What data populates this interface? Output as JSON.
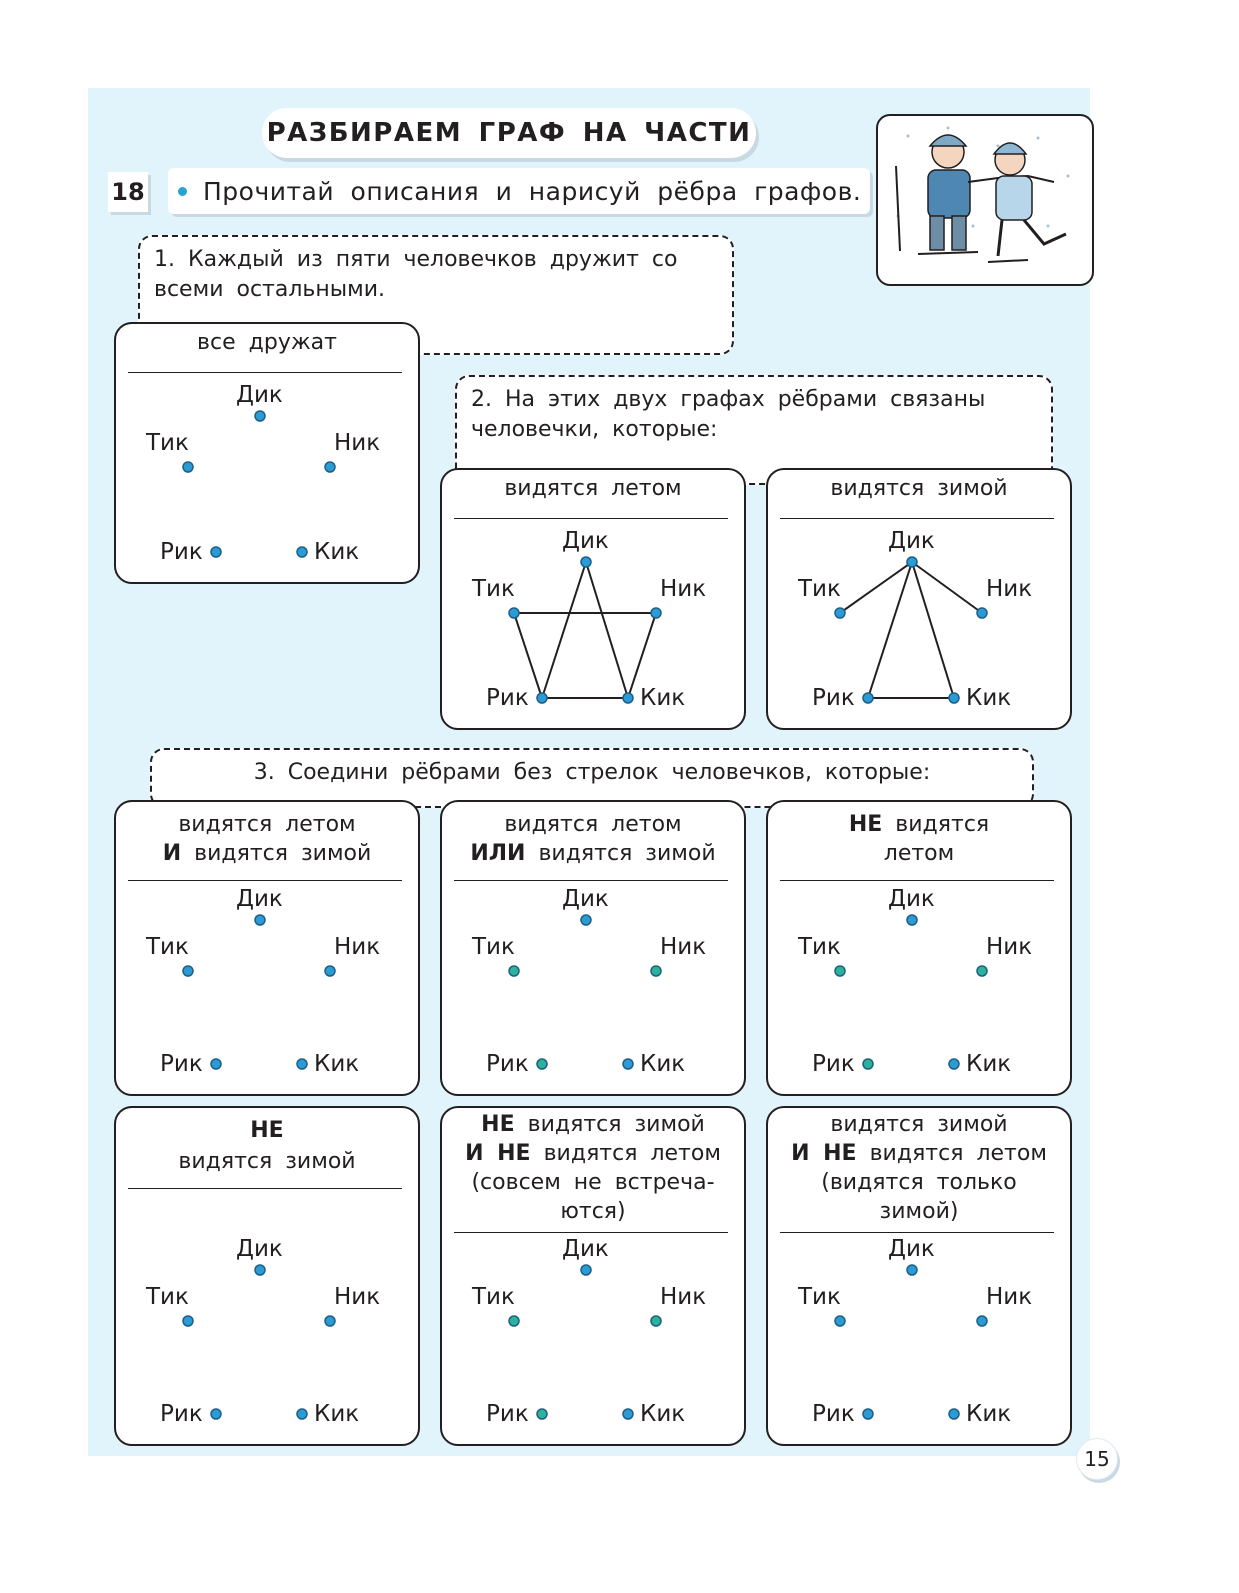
{
  "title": "РАЗБИРАЕМ ГРАФ НА ЧАСТИ",
  "exercise_number": "18",
  "instruction": "Прочитай описания и нарисуй рёбра графов.",
  "part1_text": "1. Каждый из пяти человечков дружит со всеми остальными.",
  "part2_text": "2. На этих двух графах рёбрами связаны человечки, которые:",
  "part3_text": "3. Соедини рёбрами без стрелок человечков, которые:",
  "names": {
    "dik": "Дик",
    "tik": "Тик",
    "nik": "Ник",
    "rik": "Рик",
    "kik": "Кик"
  },
  "graphs": {
    "all_friends": {
      "title": "все дружат",
      "edges": []
    },
    "summer": {
      "title": "видятся летом",
      "edges": [
        [
          "tik",
          "nik"
        ],
        [
          "dik",
          "rik"
        ],
        [
          "dik",
          "kik"
        ],
        [
          "tik",
          "rik"
        ],
        [
          "nik",
          "kik"
        ],
        [
          "rik",
          "kik"
        ]
      ]
    },
    "winter": {
      "title": "видятся зимой",
      "edges": [
        [
          "dik",
          "tik"
        ],
        [
          "dik",
          "nik"
        ],
        [
          "dik",
          "rik"
        ],
        [
          "dik",
          "kik"
        ],
        [
          "rik",
          "kik"
        ]
      ]
    },
    "and": {
      "line1": "видятся летом",
      "line2_bold": "И",
      "line2": "видятся зимой",
      "edges": []
    },
    "or": {
      "line1": "видятся летом",
      "line2_bold": "ИЛИ",
      "line2": "видятся зимой",
      "edges": []
    },
    "not_summer": {
      "line1_bold": "НЕ",
      "line1": "видятся",
      "line2": "летом",
      "edges": []
    },
    "not_winter": {
      "line1_bold": "НЕ",
      "line2": "видятся зимой",
      "edges": []
    },
    "never": {
      "line1_bold": "НЕ",
      "line1": "видятся зимой",
      "line2_bold": "И НЕ",
      "line2": "видятся летом",
      "line3": "(совсем не встреча-",
      "line4": "ются)",
      "edges": []
    },
    "only_winter": {
      "line1": "видятся зимой",
      "line2_bold": "И НЕ",
      "line2": "видятся летом",
      "line3": "(видятся только",
      "line4": "зимой)",
      "edges": []
    }
  },
  "colors": {
    "node_fill": "#2b9bd6",
    "node_fill_green": "#2bb39a",
    "panel_bg": "#e1f4fb"
  },
  "page_number": "15"
}
